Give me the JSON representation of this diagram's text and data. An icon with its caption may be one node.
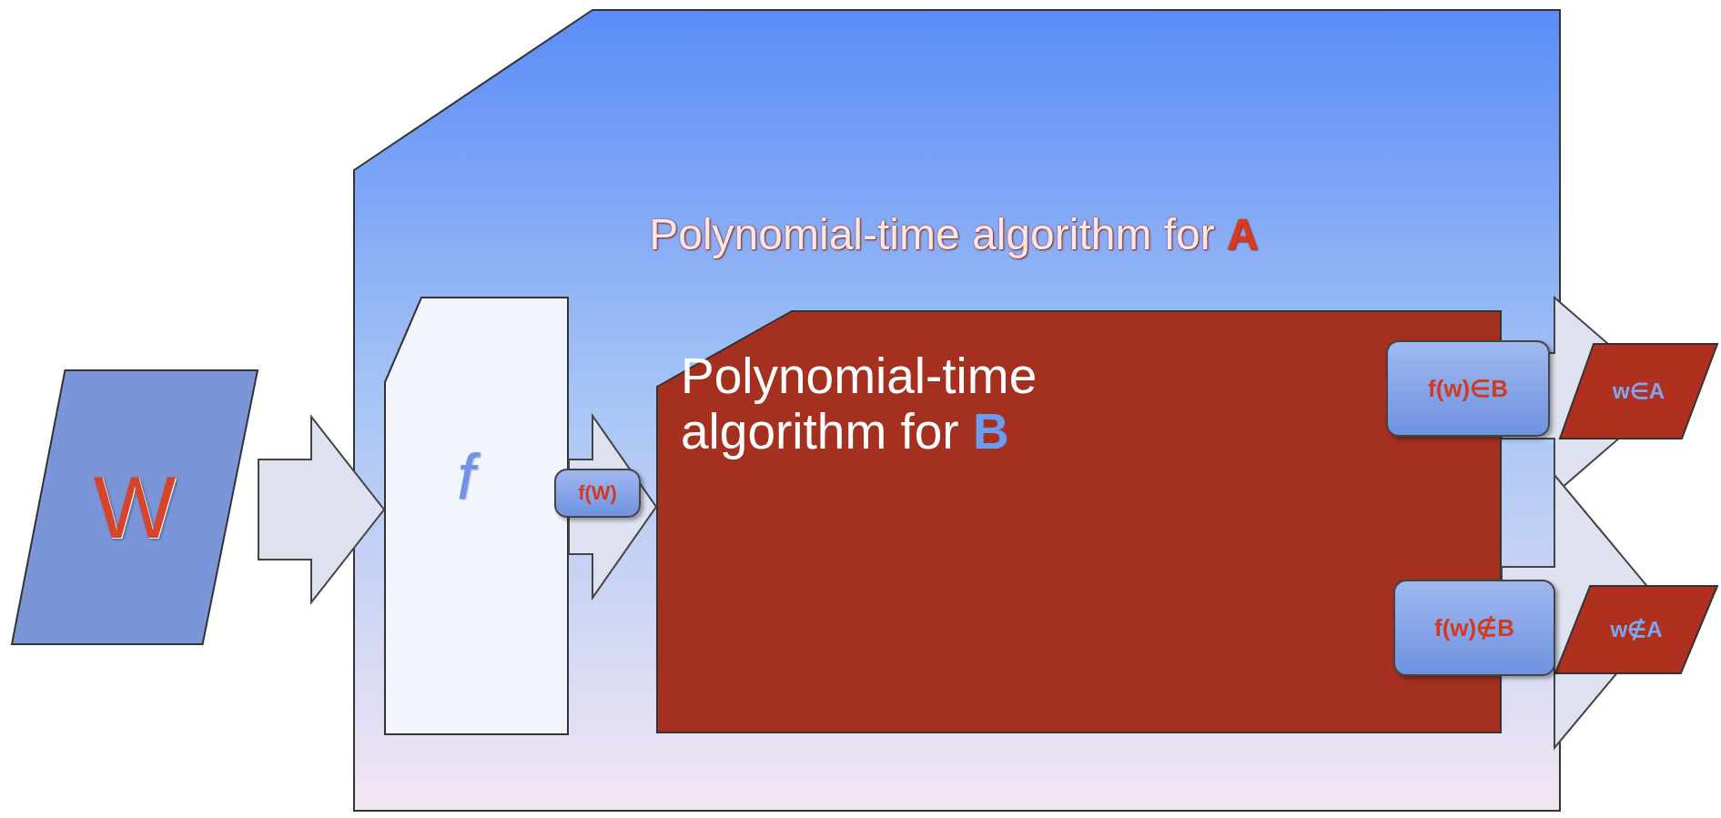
{
  "diagram": {
    "nodes": [
      {
        "text": [
          "W"
        ]
      },
      {
        "text": [
          "Polynomial-time algorithm for **A**"
        ]
      },
      {
        "text": [
          "f"
        ],
        "in": 1
      },
      {
        "text": [
          "Polynomial-time algorithm for **B**"
        ],
        "in": 1
      },
      {
        "text": [
          "w∈A"
        ]
      },
      {
        "text": [
          "w∉A"
        ]
      }
    ],
    "edges": [
      {
        "from": 0,
        "to": 2,
        "arrow": "to"
      },
      {
        "from": 2,
        "to": 3,
        "arrow": "to",
        "label": "f(W)"
      },
      {
        "from": 3,
        "to": null,
        "arrow": "to",
        "label": "f(w)∈B"
      },
      {
        "from": 3,
        "to": null,
        "arrow": "to",
        "label": "f(w)∉B"
      }
    ]
  }
}
